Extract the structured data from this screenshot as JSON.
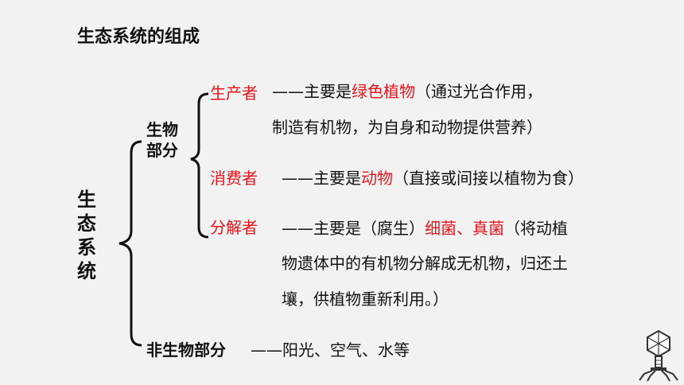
{
  "title": "生态系统的组成",
  "root_label": "生态系统",
  "biotic": {
    "label_line1": "生物",
    "label_line2": "部分",
    "producer": {
      "name": "生产者",
      "line1": {
        "pre": "——主要是",
        "highlight": "绿色植物",
        "post": "（通过光合作用，"
      },
      "line2": "制造有机物，为自身和动物提供营养）"
    },
    "consumer": {
      "name": "消费者",
      "line1": {
        "pre": "——主要是",
        "highlight": "动物",
        "post": "（直接或间接以植物为食）"
      }
    },
    "decomposer": {
      "name": "分解者",
      "line1": {
        "pre": "——主要是（腐生）",
        "highlight": "细菌、真菌",
        "post": "（将动植"
      },
      "line2": "物遗体中的有机物分解成无机物，归还土",
      "line3": "壤，供植物重新利用。）"
    }
  },
  "abiotic": {
    "label": "非生物部分",
    "text": "——阳光、空气、水等"
  },
  "icon": "bacteriophage-icon"
}
